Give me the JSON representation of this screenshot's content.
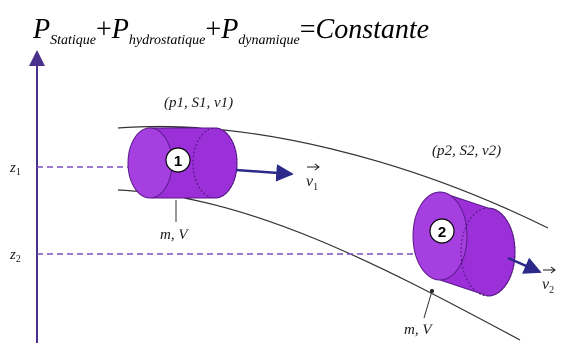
{
  "equation": {
    "term1_main": "P",
    "term1_sub": "Statique",
    "plus1": "+",
    "term2_main": "P",
    "term2_sub": "hydrostatique",
    "plus2": "+",
    "term3_main": "P",
    "term3_sub": "dynamique",
    "equals": "=",
    "rhs": "Constante"
  },
  "axis": {
    "z1_main": "z",
    "z1_sub": "1",
    "z2_main": "z",
    "z2_sub": "2"
  },
  "section1": {
    "label": "(p1, S1, v1)",
    "number": "1",
    "velocity_main": "v",
    "velocity_sub": "1",
    "mass_label": "m, V"
  },
  "section2": {
    "label": "(p2, S2, v2)",
    "number": "2",
    "velocity_main": "v",
    "velocity_sub": "2",
    "mass_label": "m, V"
  },
  "colors": {
    "fluid": "#9b30d9",
    "fluid_dark": "#6e1fa8",
    "arrow": "#2b2a8a",
    "dashed": "#7a4fc2",
    "axis": "#4a2f8c",
    "line": "#333333"
  }
}
